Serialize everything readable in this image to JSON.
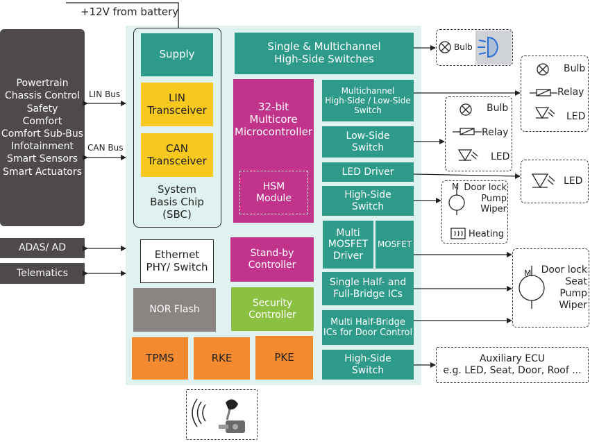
{
  "colors": {
    "ecu_bg": "#dff2f0",
    "teal": "#2e9a8a",
    "yellow": "#f7c81e",
    "magenta": "#c2338c",
    "grey": "#8a8583",
    "green": "#8cc043",
    "orange": "#f48a30",
    "dark": "#4d4a49"
  },
  "supply_label": "+12V from battery",
  "left_panel": {
    "lines": "Powertrain\nChassis Control\nSafety\nComfort\nComfort Sub-Bus\nInfotainment\nSmart Sensors\nSmart Actuators"
  },
  "buses": {
    "lin": "LIN Bus",
    "can": "CAN Bus"
  },
  "adas": "ADAS/ AD",
  "telematics": "Telematics",
  "sbc": {
    "supply": "Supply",
    "lin": "LIN\nTransceiver",
    "can": "CAN\nTransceiver",
    "label": "System\nBasis Chip\n(SBC)"
  },
  "ethernet": "Ethernet\nPHY/ Switch",
  "nor": "NOR Flash",
  "tpms": "TPMS",
  "rke": "RKE",
  "pke": "PKE",
  "mcu": {
    "label": "32-bit\nMulticore\nMicrocontroller",
    "hsm": "HSM\nModule"
  },
  "standby": "Stand-by\nController",
  "security": "Security\nController",
  "drivers": {
    "single_multi_hs": "Single & Multichannel\nHigh-Side Switches",
    "multi_hs_ls": "Multichannel\nHigh-Side / Low-Side\nSwitch",
    "low_side": "Low-Side\nSwitch",
    "led_driver": "LED  Driver",
    "high_side_1": "High-Side\nSwitch",
    "multi_mosfet": "Multi\nMOSFET\nDriver",
    "mosfet": "MOSFET",
    "half_bridge": "Single Half- and\nFull-Bridge ICs",
    "multi_half_bridge": "Multi Half-Bridge\nICs for Door Control",
    "high_side_2": "High-Side\nSwitch"
  },
  "loads": {
    "bulb_small": "Bulb",
    "group1": {
      "bulb": "Bulb",
      "relay": "Relay",
      "led": "LED"
    },
    "group2": {
      "bulb": "Bulb",
      "relay": "Relay",
      "led": "LED"
    },
    "led_only": "LED",
    "motor1": {
      "m": "M",
      "lines": "Door lock\nPump\nWiper",
      "heating": "Heating"
    },
    "motor2": {
      "m": "M",
      "lines": "Door lock\nSeat\nPump\nWiper"
    },
    "aux": "Auxiliary ECU\ne.g. LED, Seat, Door, Roof ..."
  }
}
